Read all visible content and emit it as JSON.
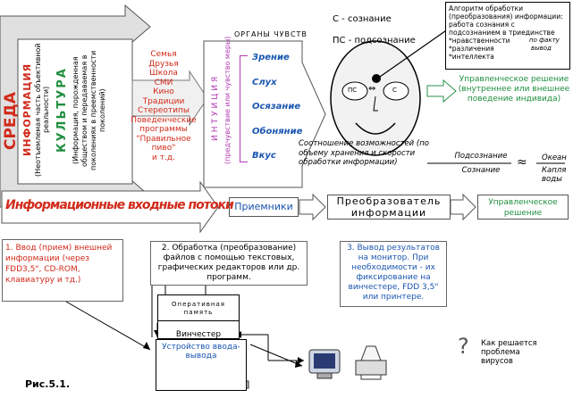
{
  "environment": {
    "sreda": "СРЕДА",
    "information": "ИНФОРМАЦИЯ",
    "info_note": "(Неотъемлемая часть объективной реальности)",
    "culture": "КУЛЬТУРА",
    "culture_note": "(Информация, порожденная обществом и передаваемая в поколениях в преемственности поколений)"
  },
  "social_sources": [
    "Семья",
    "Друзья",
    "Школа",
    "СМИ",
    "Кино",
    "Традиции",
    "Стереотипы",
    "Поведенческие",
    "программы",
    "\"Правильное",
    "пиво\"",
    "и т.д."
  ],
  "intuition": {
    "word": "ИНТУИЦИЯ",
    "note": "(предчувствие или чувство меры)"
  },
  "senses": {
    "header": "ОРГАНЫ ЧУВСТВ",
    "items": [
      "Зрение",
      "Слух",
      "Осязание",
      "Обоняние",
      "Вкус"
    ]
  },
  "face": {
    "c_label": "С - сознание",
    "ps_label": "ПС - подсознание",
    "ps_eye": "ПС",
    "c_eye": "С",
    "arrow_symbol": "⇔"
  },
  "algorithm": {
    "title": "Алгоритм обработки (преобразования) информации:",
    "body": "работа сознания с подсознанием в триединстве",
    "lines": [
      "*нравственности",
      "*различения",
      "*интеллекта"
    ],
    "side_words": [
      "по факту",
      "вывод"
    ]
  },
  "ratio": {
    "caption": "Соотношение возможностей (по объему хранения и скорости обработки информации)",
    "numerator": "Подсознание",
    "denominator": "Сознание",
    "approx": "≈",
    "ocean_top": "Океан",
    "ocean_bottom": "Капля воды"
  },
  "decision": {
    "title": "Управленческое решение",
    "note": "(внутреннее или внешнее поведение индивида)"
  },
  "flow": {
    "input_streams": "Информационные входные потоки",
    "receivers": "Приемники",
    "converter": "Преобразователь информации",
    "decision": "Управленческое решение"
  },
  "steps": {
    "step1": "1. Ввод (прием) внешней информации (через FDD3,5\", CD-ROM, клавиатуру и тд.)",
    "step2": "2. Обработка (преобразование) файлов с помощью текстовых, графических редакторов или др. программ.",
    "step3": "3. Вывод результатов на монитор. При необходимости - их фиксирование на винчестере, FDD 3,5\" или принтере."
  },
  "computer": {
    "ram": "Оперативная память",
    "hdd": "Винчестер",
    "io": "Устройство ввода-вывода"
  },
  "virus": {
    "q": "?",
    "text": "Как решается проблема вирусов"
  },
  "figure_label": "Рис.5.1."
}
